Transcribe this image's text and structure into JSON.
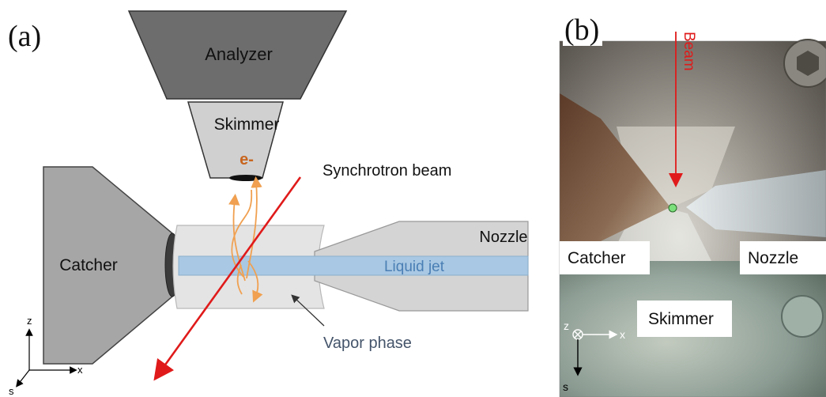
{
  "panel_a": {
    "label": "(a)",
    "analyzer": "Analyzer",
    "skimmer": "Skimmer",
    "electron": "e-",
    "synchrotron_beam": "Synchrotron beam",
    "catcher": "Catcher",
    "nozzle": "Nozzle",
    "liquid_jet": "Liquid jet",
    "vapor_phase": "Vapor phase",
    "axes": {
      "z": "z",
      "x": "x",
      "s": "s"
    }
  },
  "panel_b": {
    "label": "(b)",
    "beam": "Beam",
    "catcher": "Catcher",
    "nozzle": "Nozzle",
    "skimmer": "Skimmer",
    "axes": {
      "z": "z",
      "x": "x",
      "s": "s"
    }
  },
  "colors": {
    "dark_gray": "#6d6d6d",
    "mid_gray": "#a6a6a6",
    "light_gray": "#d4d4d4",
    "liquid_blue": "#a9c8e3",
    "beam_red": "#e01a1a",
    "electron_orange": "#f0a050",
    "label_orange": "#c8651e",
    "liquid_text": "#4a7fb5",
    "vapor_text": "#44546a"
  }
}
